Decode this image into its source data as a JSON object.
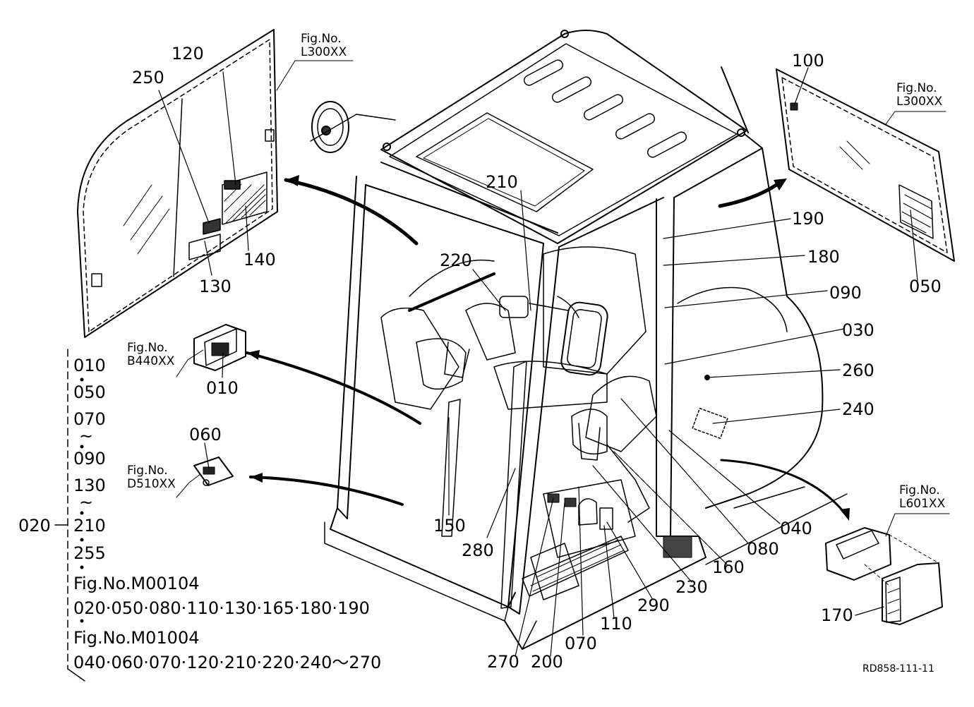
{
  "callouts": {
    "c100": "100",
    "c120": "120",
    "c250": "250",
    "c130": "130",
    "c140": "140",
    "c210": "210",
    "c220": "220",
    "c190": "190",
    "c180": "180",
    "c090": "090",
    "c050": "050",
    "c030": "030",
    "c260": "260",
    "c240": "240",
    "c010": "010",
    "c060": "060",
    "c150": "150",
    "c280": "280",
    "c040": "040",
    "c080": "080",
    "c160": "160",
    "c230": "230",
    "c290": "290",
    "c110": "110",
    "c070": "070",
    "c200": "200",
    "c270": "270",
    "c170": "170"
  },
  "fig_refs": {
    "left_window": {
      "line1": "Fig.No.",
      "line2": "L300XX"
    },
    "right_window": {
      "line1": "Fig.No.",
      "line2": "L300XX"
    },
    "switch": {
      "line1": "Fig.No.",
      "line2": "B440XX"
    },
    "plate": {
      "line1": "Fig.No.",
      "line2": "D510XX"
    },
    "box": {
      "line1": "Fig.No.",
      "line2": "L601XX"
    }
  },
  "assembly": {
    "parent": "020",
    "list": [
      "010",
      "050",
      "070",
      "~",
      "090",
      "130",
      "~",
      "210",
      "255"
    ],
    "fig1_title": "Fig.No.M00104",
    "fig1_items": "020·050·080·110·130·165·180·190",
    "fig2_title": "Fig.No.M01004",
    "fig2_items": "040·060·070·120·210·220·240～270"
  },
  "drawing_ref": "RD858-111-11"
}
